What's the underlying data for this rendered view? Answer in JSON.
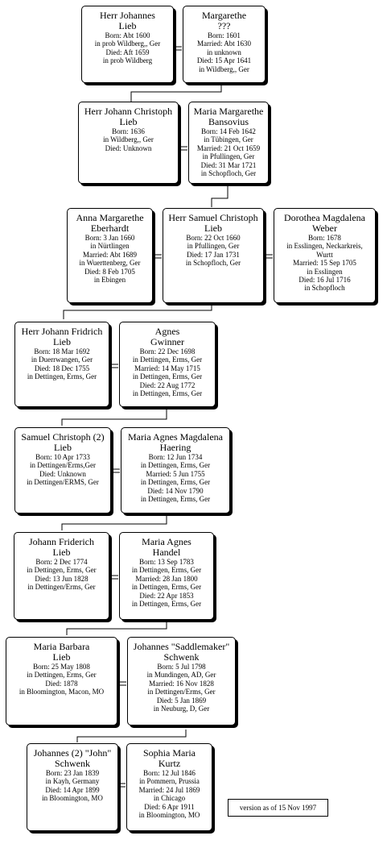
{
  "people": [
    {
      "id": "p1",
      "name": [
        "Herr Johannes",
        "Lieb"
      ],
      "details": [
        "Born: Abt 1600",
        "in prob Wildberg,, Ger",
        "Died: Aft 1659",
        "in prob Wildberg"
      ]
    },
    {
      "id": "p2",
      "name": [
        "Margarethe",
        "???"
      ],
      "details": [
        "Born: 1601",
        "Married: Abt 1630",
        "in unknown",
        "Died: 15 Apr 1641",
        "in Wildberg,, Ger"
      ]
    },
    {
      "id": "p3",
      "name": [
        "Herr Johann Christoph",
        "Lieb"
      ],
      "details": [
        "Born: 1636",
        "in Wildberg,, Ger",
        "Died: Unknown"
      ]
    },
    {
      "id": "p4",
      "name": [
        "Maria Margarethe",
        "Bansovius"
      ],
      "details": [
        "Born: 14 Feb 1642",
        "in Tübingen, Ger",
        "Married: 21 Oct 1659",
        "in Pfullingen, Ger",
        "Died: 31 Mar 1721",
        "in Schopfloch, Ger"
      ]
    },
    {
      "id": "p5",
      "name": [
        "Anna Margarethe",
        "Eberhardt"
      ],
      "details": [
        "Born: 3 Jan 1660",
        "in Nürtlingen",
        "Married: Abt 1689",
        "in Wuerttenberg, Ger",
        "Died: 8 Feb 1705",
        "in Ebingen"
      ]
    },
    {
      "id": "p6",
      "name": [
        "Herr Samuel Christoph",
        "Lieb"
      ],
      "details": [
        "Born: 22 Oct 1660",
        "in Pfullingen, Ger",
        "Died: 17 Jan 1731",
        "in Schopfloch, Ger"
      ]
    },
    {
      "id": "p7",
      "name": [
        "Dorothea Magdalena",
        "Weber"
      ],
      "details": [
        "Born: 1678",
        "in Esslingen, Neckarkreis,",
        "Wurtt",
        "Married: 15 Sep 1705",
        "in Esslingen",
        "Died: 16 Jul 1716",
        "in Schopfloch"
      ]
    },
    {
      "id": "p8",
      "name": [
        "Herr Johann Fridrich",
        "Lieb"
      ],
      "details": [
        "Born: 18 Mar 1692",
        "in Duerrwangen, Ger",
        "Died: 18 Dec 1755",
        "in Dettingen, Erms, Ger"
      ]
    },
    {
      "id": "p9",
      "name": [
        "Agnes",
        "Gwinner"
      ],
      "details": [
        "Born: 22 Dec 1698",
        "in Dettingen, Erms, Ger",
        "Married: 14 May 1715",
        "in Dettingen, Erms, Ger",
        "Died: 22 Aug 1772",
        "in Dettingen, Erms, Ger"
      ]
    },
    {
      "id": "p10",
      "name": [
        "Samuel Christoph (2)",
        "Lieb"
      ],
      "details": [
        "Born: 10 Apr 1733",
        "in Dettingen/Erms,Ger",
        "Died: Unknown",
        "in Dettingen/ERMS, Ger"
      ]
    },
    {
      "id": "p11",
      "name": [
        "Maria Agnes Magdalena",
        "Haering"
      ],
      "details": [
        "Born: 12 Jun 1734",
        "in Dettingen, Erms, Ger",
        "Married: 5 Jun 1755",
        "in Dettingen, Erms, Ger",
        "Died: 14 Nov 1790",
        "in Dettingen, Erms, Ger"
      ]
    },
    {
      "id": "p12",
      "name": [
        "Johann Friderich",
        "Lieb"
      ],
      "details": [
        "Born: 2 Dec 1774",
        "in Dettingen, Erms, Ger",
        "Died: 13 Jun 1828",
        "in Dettingen/Erms, Ger"
      ]
    },
    {
      "id": "p13",
      "name": [
        "Maria Agnes",
        "Handel"
      ],
      "details": [
        "Born: 13 Sep 1783",
        "in Dettingen, Erms, Ger",
        "Married: 28 Jan 1800",
        "in Dettingen, Erms, Ger",
        "Died: 22 Apr 1853",
        "in Dettingen, Erms, Ger"
      ]
    },
    {
      "id": "p14",
      "name": [
        "Maria Barbara",
        "Lieb"
      ],
      "details": [
        "Born: 25 May 1808",
        "in Dettingen, Erms, Ger",
        "Died: 1878",
        "in Bloomington, Macon, MO"
      ]
    },
    {
      "id": "p15",
      "name": [
        "Johannes \"Saddlemaker\"",
        "Schwenk"
      ],
      "details": [
        "Born: 5 Jul 1798",
        "in Mundingen, AD, Ger",
        "Married: 16 Nov 1828",
        "in Dettingen/Erms, Ger",
        "Died: 5 Jan 1869",
        "in Neuburg, D, Ger"
      ]
    },
    {
      "id": "p16",
      "name": [
        "Johannes (2) \"John\"",
        "Schwenk"
      ],
      "details": [
        "Born: 23 Jan 1839",
        "in Kayh, Germany",
        "Died: 14 Apr 1899",
        "in Bloomington, MO"
      ]
    },
    {
      "id": "p17",
      "name": [
        "Sophia Maria",
        "Kurtz"
      ],
      "details": [
        "Born: 12 Jul 1846",
        "in Pommern, Prussia",
        "Married: 24 Jul 1869",
        "in Chicago",
        "Died: 6 Apr 1911",
        "in Bloomington, MO"
      ]
    }
  ],
  "version_note": "version as of 15 Nov 1997"
}
